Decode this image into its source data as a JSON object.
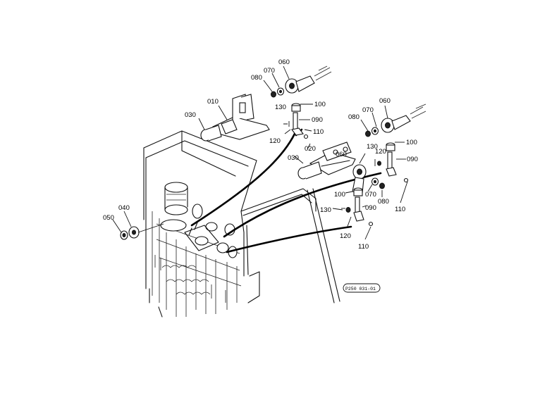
{
  "callouts": {
    "c010": "010",
    "c020": "020",
    "c030a": "030",
    "c030b": "030",
    "c040": "040",
    "c050": "050",
    "c060a": "060",
    "c060b": "060",
    "c060c": "060",
    "c070a": "070",
    "c070b": "070",
    "c070c": "070",
    "c080a": "080",
    "c080b": "080",
    "c080c": "080",
    "c090a": "090",
    "c090b": "090",
    "c090c": "090",
    "c100a": "100",
    "c100b": "100",
    "c100c": "100",
    "c110a": "110",
    "c110b": "110",
    "c110c": "110",
    "c120a": "120",
    "c120b": "120",
    "c120c": "120",
    "c130a": "130",
    "c130b": "130",
    "c130c": "130"
  },
  "figure_ref": "P250 031-01"
}
